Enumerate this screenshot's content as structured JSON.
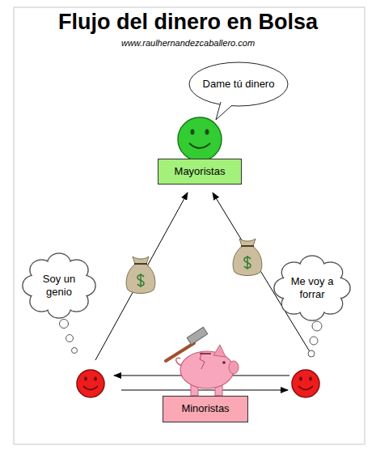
{
  "diagram": {
    "title": "Flujo del dinero en Bolsa",
    "nodes": [
      {
        "text": [
          "Dame tú dinero"
        ]
      },
      {
        "text": [
          "Mayoristas"
        ]
      },
      {
        "text": [
          "Soy un genio"
        ]
      },
      {
        "text": [
          "Me voy a forrar"
        ]
      },
      {
        "text": [
          "Minoristas"
        ]
      }
    ],
    "labels": [
      "www.raulhernandezcaballero.com"
    ]
  }
}
